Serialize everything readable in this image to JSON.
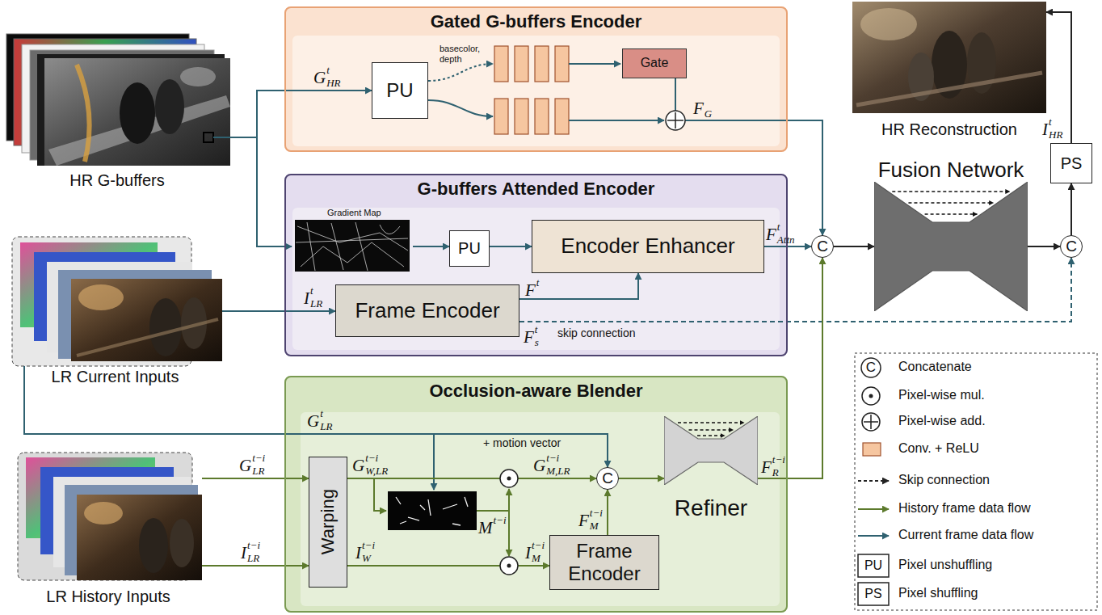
{
  "diagram": {
    "nodes": [
      {
        "text": [
          "HR G-buffers"
        ]
      },
      {
        "text": [
          "Gated G-buffers Encoder"
        ]
      },
      {
        "text": [
          "PU"
        ],
        "in": 1
      },
      {
        "text": [
          "Gate"
        ],
        "in": 1
      },
      {
        "text": [
          "HR Reconstruction"
        ]
      },
      {
        "text": [
          "PS"
        ]
      },
      {
        "text": [
          "G-buffers Attended Encoder"
        ]
      },
      {
        "text": [
          "Gradient Map"
        ],
        "in": 6
      },
      {
        "text": [
          "PU"
        ],
        "in": 6
      },
      {
        "text": [
          "Encoder Enhancer"
        ],
        "in": 6
      },
      {
        "text": [
          "Frame Encoder"
        ],
        "in": 6
      },
      {
        "text": [
          "LR Current Inputs"
        ]
      },
      {
        "text": [
          "C"
        ]
      },
      {
        "text": [
          "Fusion Network"
        ]
      },
      {
        "text": [
          "C"
        ]
      },
      {
        "text": [
          "Occlusion-aware Blender"
        ]
      },
      {
        "text": [
          "Warping"
        ],
        "in": 15
      },
      {
        "text": [
          "C"
        ],
        "in": 15
      },
      {
        "text": [
          "Frame Encoder"
        ],
        "in": 15
      },
      {
        "text": [
          "Refiner"
        ],
        "in": 15
      },
      {
        "text": [
          "LR History Inputs"
        ]
      }
    ],
    "edges": [
      {
        "from": 0,
        "to": 2,
        "arrow": "to"
      },
      {
        "from": 0,
        "to": 7,
        "arrow": "to"
      },
      {
        "from": 7,
        "to": 8,
        "arrow": "to"
      },
      {
        "from": 8,
        "to": 9,
        "arrow": "to"
      },
      {
        "from": 10,
        "to": 9,
        "arrow": "to"
      },
      {
        "from": 11,
        "to": 10,
        "arrow": "to"
      },
      {
        "from": 9,
        "to": 12,
        "arrow": "to"
      },
      {
        "from": 3,
        "to": 12,
        "arrow": "to"
      },
      {
        "from": 12,
        "to": 13,
        "arrow": "to"
      },
      {
        "from": 13,
        "to": 14,
        "arrow": "to"
      },
      {
        "from": 10,
        "to": 14,
        "label": "skip connection",
        "arrow": "to"
      },
      {
        "from": 14,
        "to": 5,
        "arrow": "to"
      },
      {
        "from": 5,
        "to": 4,
        "arrow": "to"
      },
      {
        "from": 20,
        "to": 16,
        "arrow": "to"
      },
      {
        "from": 20,
        "to": 16,
        "arrow": "to"
      },
      {
        "from": 16,
        "to": 17,
        "arrow": "to"
      },
      {
        "from": 16,
        "to": 18,
        "arrow": "to"
      },
      {
        "from": 18,
        "to": 17,
        "arrow": "to"
      },
      {
        "from": 17,
        "to": 19,
        "arrow": "to"
      },
      {
        "from": 19,
        "to": 12,
        "arrow": "to"
      },
      {
        "from": 11,
        "to": 17,
        "label": "+ motion vector",
        "arrow": "to"
      }
    ],
    "labels": [
      "G",
      "t",
      "HR",
      "basecolor, depth",
      "F",
      "G",
      "F",
      "t",
      "Attn",
      "F",
      "t",
      "F",
      "t",
      "s",
      "I",
      "t",
      "LR",
      "G",
      "t",
      "LR",
      "G",
      "t−i",
      "LR",
      "I",
      "t−i",
      "LR",
      "G",
      "t−i",
      "W,LR",
      "I",
      "t−i",
      "W",
      "G",
      "t−i",
      "M,LR",
      "M",
      "t−i",
      "I",
      "t−i",
      "M",
      "F",
      "t−i",
      "M",
      "F",
      "t−i",
      "R",
      "I",
      "t",
      "HR",
      "C",
      "PU",
      "PS"
    ],
    "legend": [
      {
        "text": "Concatenate"
      },
      {
        "text": "Pixel-wise mul."
      },
      {
        "text": "Pixel-wise add."
      },
      {
        "text": "Conv. + ReLU",
        "color": "#f6c6a0"
      },
      {
        "text": "Skip connection"
      },
      {
        "text": "History frame data flow"
      },
      {
        "text": "Current frame data flow"
      },
      {
        "text": "Pixel unshuffling"
      },
      {
        "text": "Pixel shuffling"
      }
    ]
  }
}
